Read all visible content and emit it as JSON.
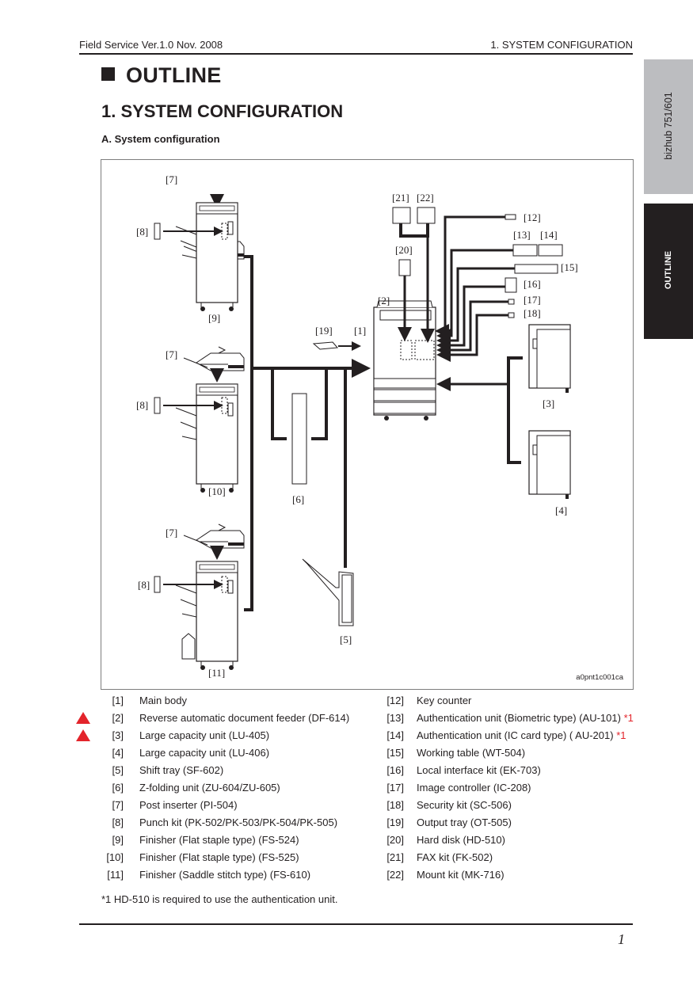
{
  "header": {
    "left": "Field Service Ver.1.0 Nov. 2008",
    "right": "1. SYSTEM CONFIGURATION"
  },
  "heading": {
    "outline": "OUTLINE",
    "section": "1. SYSTEM CONFIGURATION",
    "subsection": "A.   System configuration"
  },
  "side_tabs": {
    "model": "bizhub 751/601",
    "chapter": "OUTLINE"
  },
  "figure": {
    "code": "a0pnt1c001ca",
    "labels": {
      "l1": "[1]",
      "l2": "[2]",
      "l3": "[3]",
      "l4": "[4]",
      "l5": "[5]",
      "l6": "[6]",
      "l7a": "[7]",
      "l7b": "[7]",
      "l7c": "[7]",
      "l8a": "[8]",
      "l8b": "[8]",
      "l8c": "[8]",
      "l9": "[9]",
      "l10": "[10]",
      "l11": "[11]",
      "l12": "[12]",
      "l13": "[13]",
      "l14": "[14]",
      "l15": "[15]",
      "l16": "[16]",
      "l17": "[17]",
      "l18": "[18]",
      "l19": "[19]",
      "l20": "[20]",
      "l21": "[21]",
      "l22": "[22]"
    }
  },
  "legend_left": [
    {
      "num": "[1]",
      "text": "Main body",
      "warn": false
    },
    {
      "num": "[2]",
      "text": "Reverse automatic document feeder (DF-614)",
      "warn": true
    },
    {
      "num": "[3]",
      "text": "Large capacity unit (LU-405)",
      "warn": true
    },
    {
      "num": "[4]",
      "text": "Large capacity unit (LU-406)",
      "warn": false
    },
    {
      "num": "[5]",
      "text": "Shift tray (SF-602)",
      "warn": false
    },
    {
      "num": "[6]",
      "text": "Z-folding unit (ZU-604/ZU-605)",
      "warn": false
    },
    {
      "num": "[7]",
      "text": "Post inserter (PI-504)",
      "warn": false
    },
    {
      "num": "[8]",
      "text": "Punch kit (PK-502/PK-503/PK-504/PK-505)",
      "warn": false
    },
    {
      "num": "[9]",
      "text": "Finisher (Flat staple type) (FS-524)",
      "warn": false
    },
    {
      "num": "[10]",
      "text": "Finisher (Flat staple type) (FS-525)",
      "warn": false
    },
    {
      "num": "[11]",
      "text": "Finisher (Saddle stitch type) (FS-610)",
      "warn": false
    }
  ],
  "legend_right": [
    {
      "num": "[12]",
      "text": "Key counter",
      "note": ""
    },
    {
      "num": "[13]",
      "text": "Authentication unit (Biometric type) (AU-101)",
      "note": "*1"
    },
    {
      "num": "[14]",
      "text": "Authentication unit (IC card type) ( AU-201)",
      "note": "*1"
    },
    {
      "num": "[15]",
      "text": "Working table (WT-504)",
      "note": ""
    },
    {
      "num": "[16]",
      "text": "Local interface kit (EK-703)",
      "note": ""
    },
    {
      "num": "[17]",
      "text": "Image controller (IC-208)",
      "note": ""
    },
    {
      "num": "[18]",
      "text": "Security kit (SC-506)",
      "note": ""
    },
    {
      "num": "[19]",
      "text": "Output tray (OT-505)",
      "note": ""
    },
    {
      "num": "[20]",
      "text": "Hard disk (HD-510)",
      "note": ""
    },
    {
      "num": "[21]",
      "text": "FAX kit (FK-502)",
      "note": ""
    },
    {
      "num": "[22]",
      "text": "Mount kit (MK-716)",
      "note": ""
    }
  ],
  "footnote": "*1 HD-510 is required to use the authentication unit.",
  "page_number": "1",
  "colors": {
    "text": "#231f20",
    "warning": "#e3242b",
    "tab_grey": "#bcbdc0",
    "tab_dark": "#231f20"
  }
}
